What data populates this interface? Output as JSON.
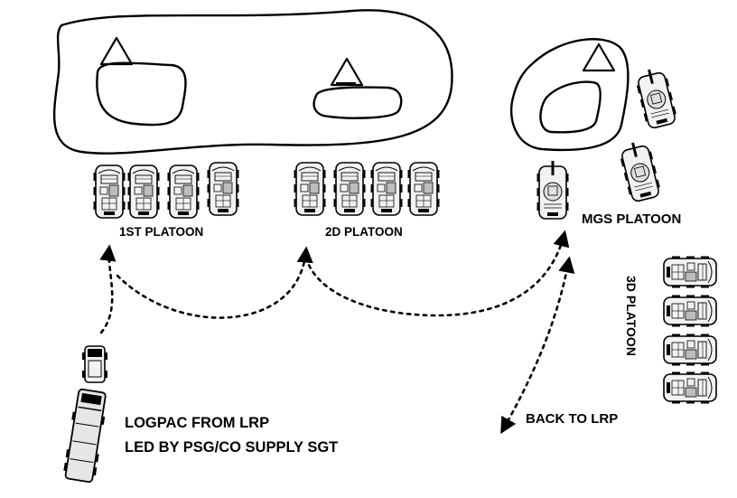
{
  "labels": {
    "platoon_1": "1ST PLATOON",
    "platoon_2": "2D PLATOON",
    "platoon_mgs": "MGS PLATOON",
    "platoon_3": "3D PLATOON",
    "logpac_line1": "LOGPAC FROM LRP",
    "logpac_line2": "LED BY PSG/CO SUPPLY SGT",
    "back_to_lrp": "BACK TO LRP"
  },
  "symbols": {
    "position_marker": "triangle-icon",
    "vehicle": "stryker-vehicle-icon",
    "mgs_vehicle": "mgs-vehicle-icon",
    "supply_truck": "supply-truck-icon",
    "route_arrow": "dotted-arrow"
  },
  "colors": {
    "ink": "#000000",
    "paper": "#ffffff",
    "vehicle_fill": "#f2f2f2"
  }
}
